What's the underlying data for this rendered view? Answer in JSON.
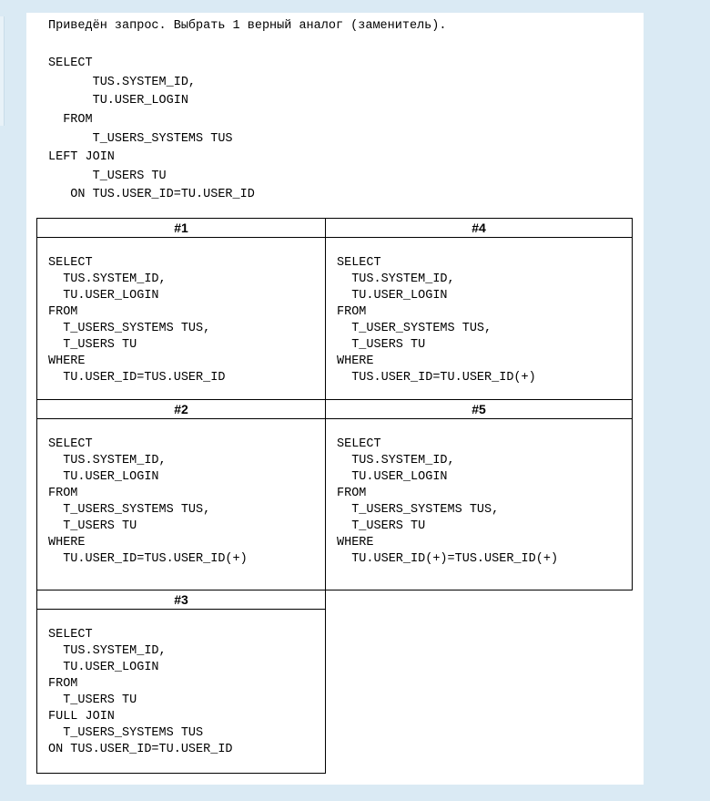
{
  "question": {
    "text": "Приведён запрос. Выбрать 1 верный аналог (заменитель).",
    "query_lines": [
      "SELECT",
      "      TUS.SYSTEM_ID,",
      "      TU.USER_LOGIN",
      "  FROM",
      "      T_USERS_SYSTEMS TUS",
      "LEFT JOIN",
      "      T_USERS TU",
      "   ON TUS.USER_ID=TU.USER_ID"
    ]
  },
  "options": [
    {
      "label": "#1",
      "code": "SELECT\n  TUS.SYSTEM_ID,\n  TU.USER_LOGIN\nFROM\n  T_USERS_SYSTEMS TUS,\n  T_USERS TU\nWHERE\n  TU.USER_ID=TUS.USER_ID"
    },
    {
      "label": "#4",
      "code": "SELECT\n  TUS.SYSTEM_ID,\n  TU.USER_LOGIN\nFROM\n  T_USER_SYSTEMS TUS,\n  T_USERS TU\nWHERE\n  TUS.USER_ID=TU.USER_ID(+)"
    },
    {
      "label": "#2",
      "code": "SELECT\n  TUS.SYSTEM_ID,\n  TU.USER_LOGIN\nFROM\n  T_USERS_SYSTEMS TUS,\n  T_USERS TU\nWHERE\n  TU.USER_ID=TUS.USER_ID(+)"
    },
    {
      "label": "#5",
      "code": "SELECT\n  TUS.SYSTEM_ID,\n  TU.USER_LOGIN\nFROM\n  T_USERS_SYSTEMS TUS,\n  T_USERS TU\nWHERE\n  TU.USER_ID(+)=TUS.USER_ID(+)"
    },
    {
      "label": "#3",
      "code": "SELECT\n  TUS.SYSTEM_ID,\n  TU.USER_LOGIN\nFROM\n  T_USERS TU\nFULL JOIN\n  T_USERS_SYSTEMS TUS\nON TUS.USER_ID=TU.USER_ID"
    }
  ],
  "colors": {
    "page_background": "#daeaf4",
    "sheet": "#ffffff",
    "border": "#000000"
  }
}
